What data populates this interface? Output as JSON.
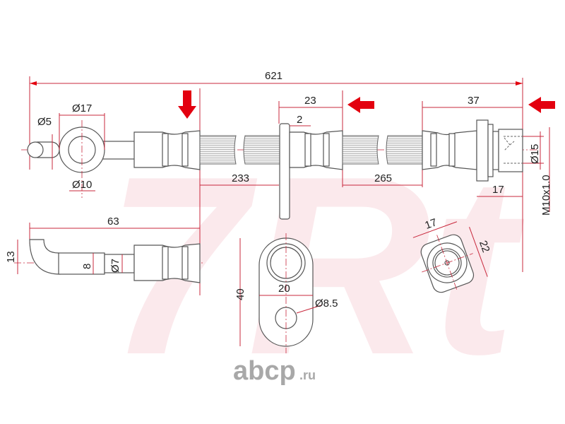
{
  "watermark": "7Rt",
  "logo": {
    "main": "abcp",
    "suffix": ".ru"
  },
  "colors": {
    "dimension": "#c8283c",
    "arrow": "#e3000f",
    "outline": "#555555",
    "logo": "#a8a8a8"
  },
  "dimensions": {
    "overall_length": "621",
    "eye_outer_diameter": "Ø17",
    "pin_diameter": "Ø5",
    "eye_inner_diameter": "Ø10",
    "hose_segment_1": "233",
    "hose_segment_2": "265",
    "bracket_offset": "23",
    "bracket_thickness": "2",
    "end_fitting_length": "37",
    "thread_diameter": "Ø15",
    "thread_spec": "M10x1.0",
    "thread_length": "17",
    "side_view_length": "63",
    "bend_height": "13",
    "sleeve_diameter": "8",
    "tube_diameter": "Ø7",
    "bracket_height": "40",
    "bracket_width": "20",
    "bracket_hole": "Ø8.5",
    "hex_width": "17",
    "hex_across_corners": "22"
  }
}
